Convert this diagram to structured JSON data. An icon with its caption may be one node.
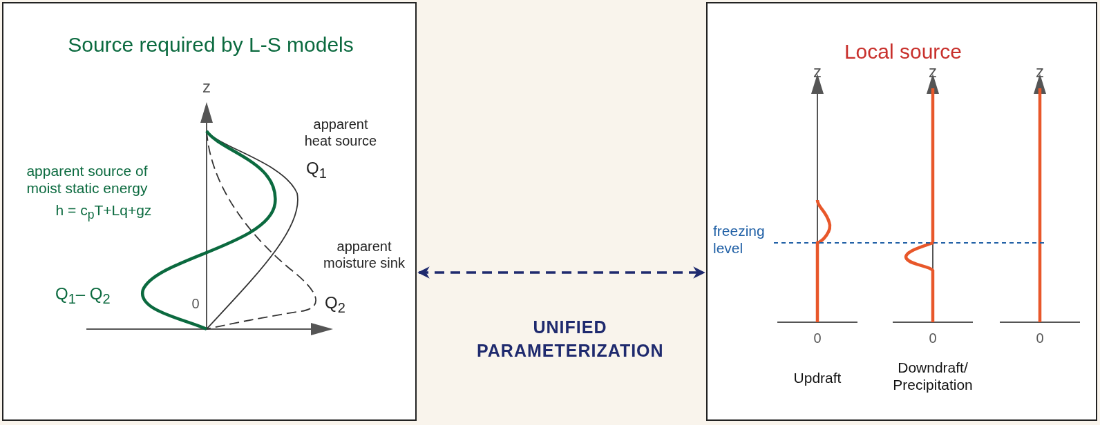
{
  "diagram": {
    "nodes": [
      {
        "text": [
          "Source required by L-S models"
        ]
      },
      {
        "text": [
          "Local source"
        ]
      }
    ],
    "edges": [
      {
        "from": 0,
        "to": 1,
        "arrow": "both",
        "style": "dashed",
        "label": "UNIFIED PARAMETERIZATION"
      }
    ],
    "labels": [
      "z",
      "apparent heat source",
      "Q$_{1}$",
      "apparent source of moist static energy",
      "h = c$_{p}$T+Lq+gz",
      "apparent moisture sink",
      "Q$_{1}$– Q$_{2}$",
      "0",
      "Q$_{2}$",
      "z",
      "z",
      "z",
      "freezing level",
      "0",
      "0",
      "0",
      "Updraft",
      "Downdraft/ Precipitation"
    ]
  }
}
